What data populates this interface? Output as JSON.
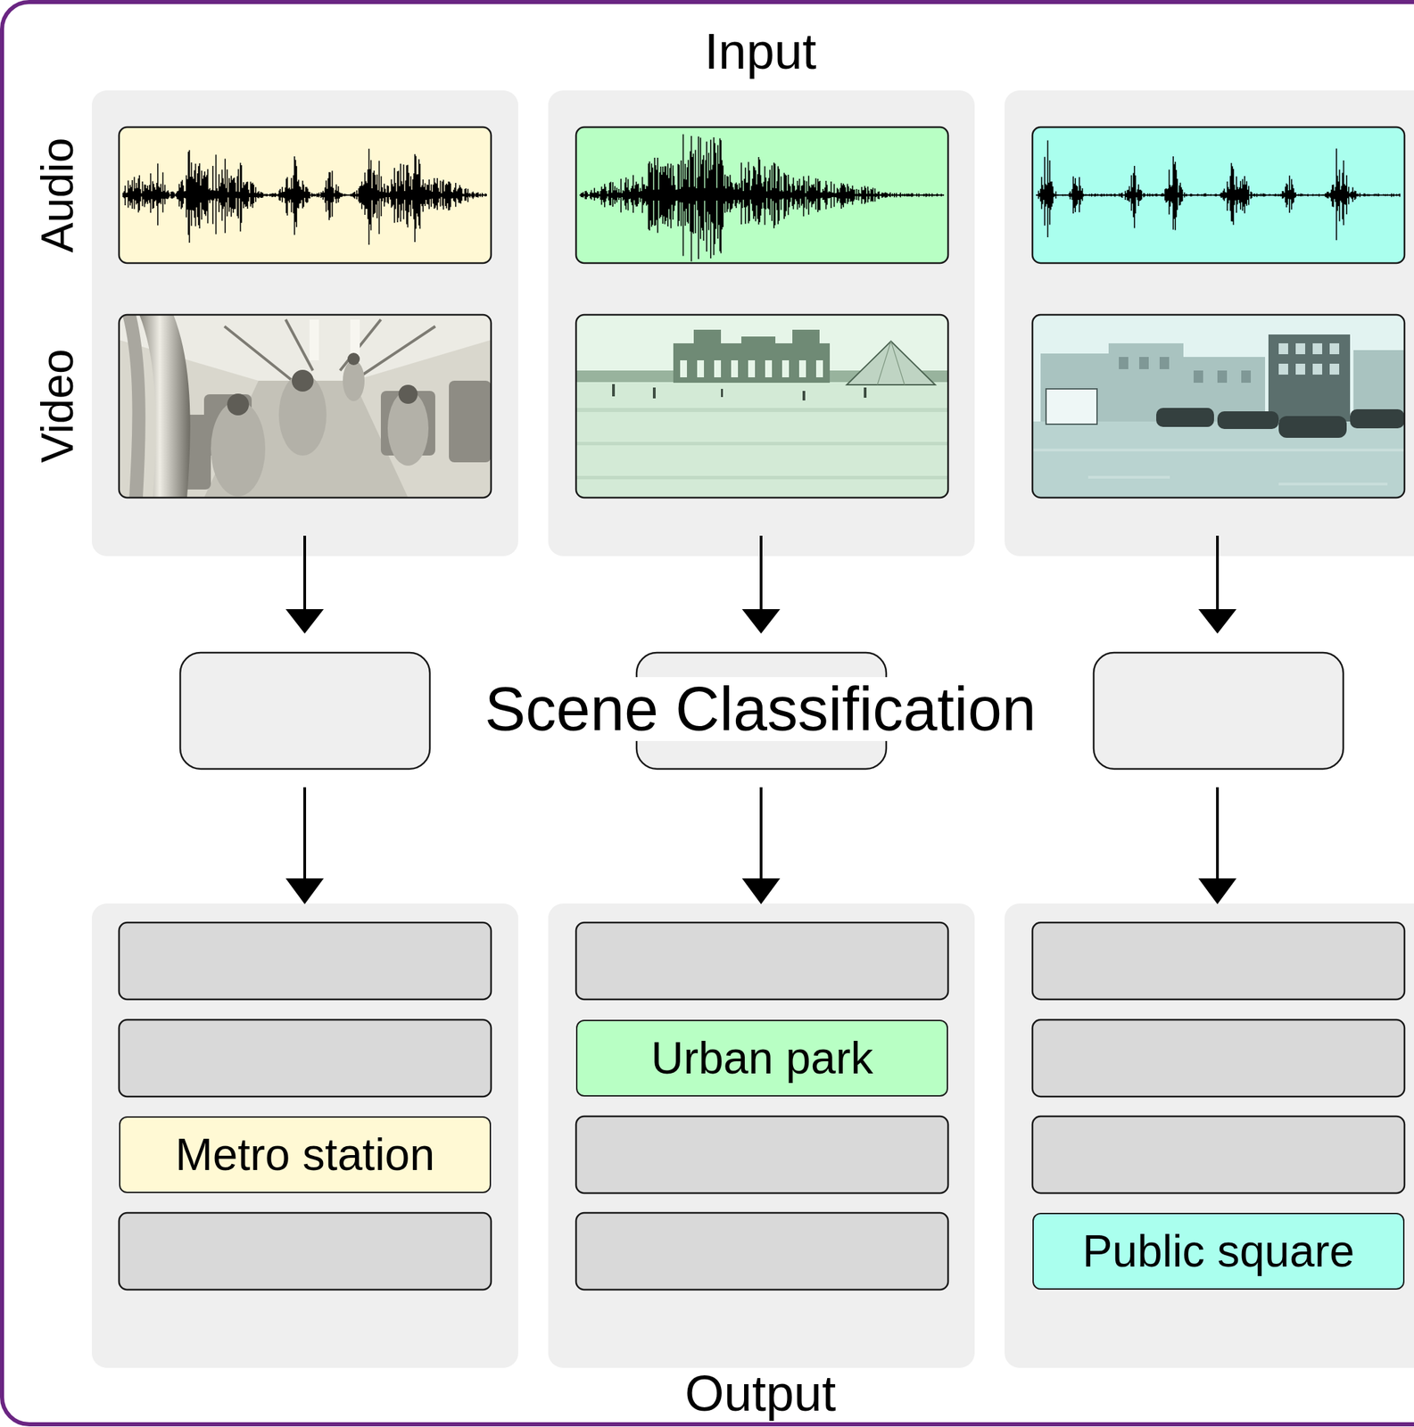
{
  "diagram": {
    "nodes": [
      {
        "text": [
          "Metro station"
        ]
      },
      {
        "text": [
          "Urban park"
        ]
      },
      {
        "text": [
          "Public square"
        ]
      }
    ],
    "labels": [
      "Input",
      "Audio",
      "Video",
      "Scene Classification",
      "Output"
    ]
  }
}
